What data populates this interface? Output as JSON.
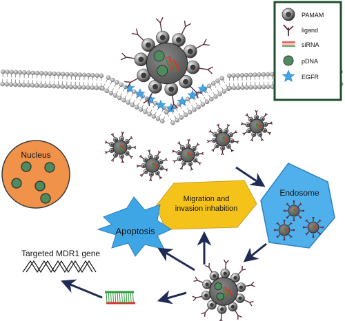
{
  "legend": {
    "items": [
      {
        "key": "pamam",
        "label": "PAMAM",
        "icon": "pamam-sphere-icon"
      },
      {
        "key": "ligand",
        "label": "ligand",
        "icon": "ligand-icon"
      },
      {
        "key": "sirna",
        "label": "siRNA",
        "icon": "sirna-icon"
      },
      {
        "key": "pdna",
        "label": "pDNA",
        "icon": "pdna-icon"
      },
      {
        "key": "egfr",
        "label": "EGFR",
        "icon": "egfr-star-icon"
      }
    ]
  },
  "labels": {
    "nucleus": "Nucleus",
    "endosome": "Endosome",
    "migration_line1": "Migration and",
    "migration_line2": "invasion inhabition",
    "apoptosis": "Apoptosis",
    "mdr1": "Targeted MDR1 gene"
  },
  "colors": {
    "nucleus_fill": "#f0924a",
    "pdna_fill": "#4e8b5f",
    "endosome_fill": "#4fb0ec",
    "apoptosis_fill": "#3fa6e6",
    "migration_fill": "#f5c21a",
    "egfr_star": "#3fa6e6",
    "sirna_red": "#d9302a",
    "sirna_green": "#2f9b3c",
    "arrow": "#1f2a55",
    "ligand": "#5a2a35",
    "pamam_core": "#6d6d6d"
  }
}
